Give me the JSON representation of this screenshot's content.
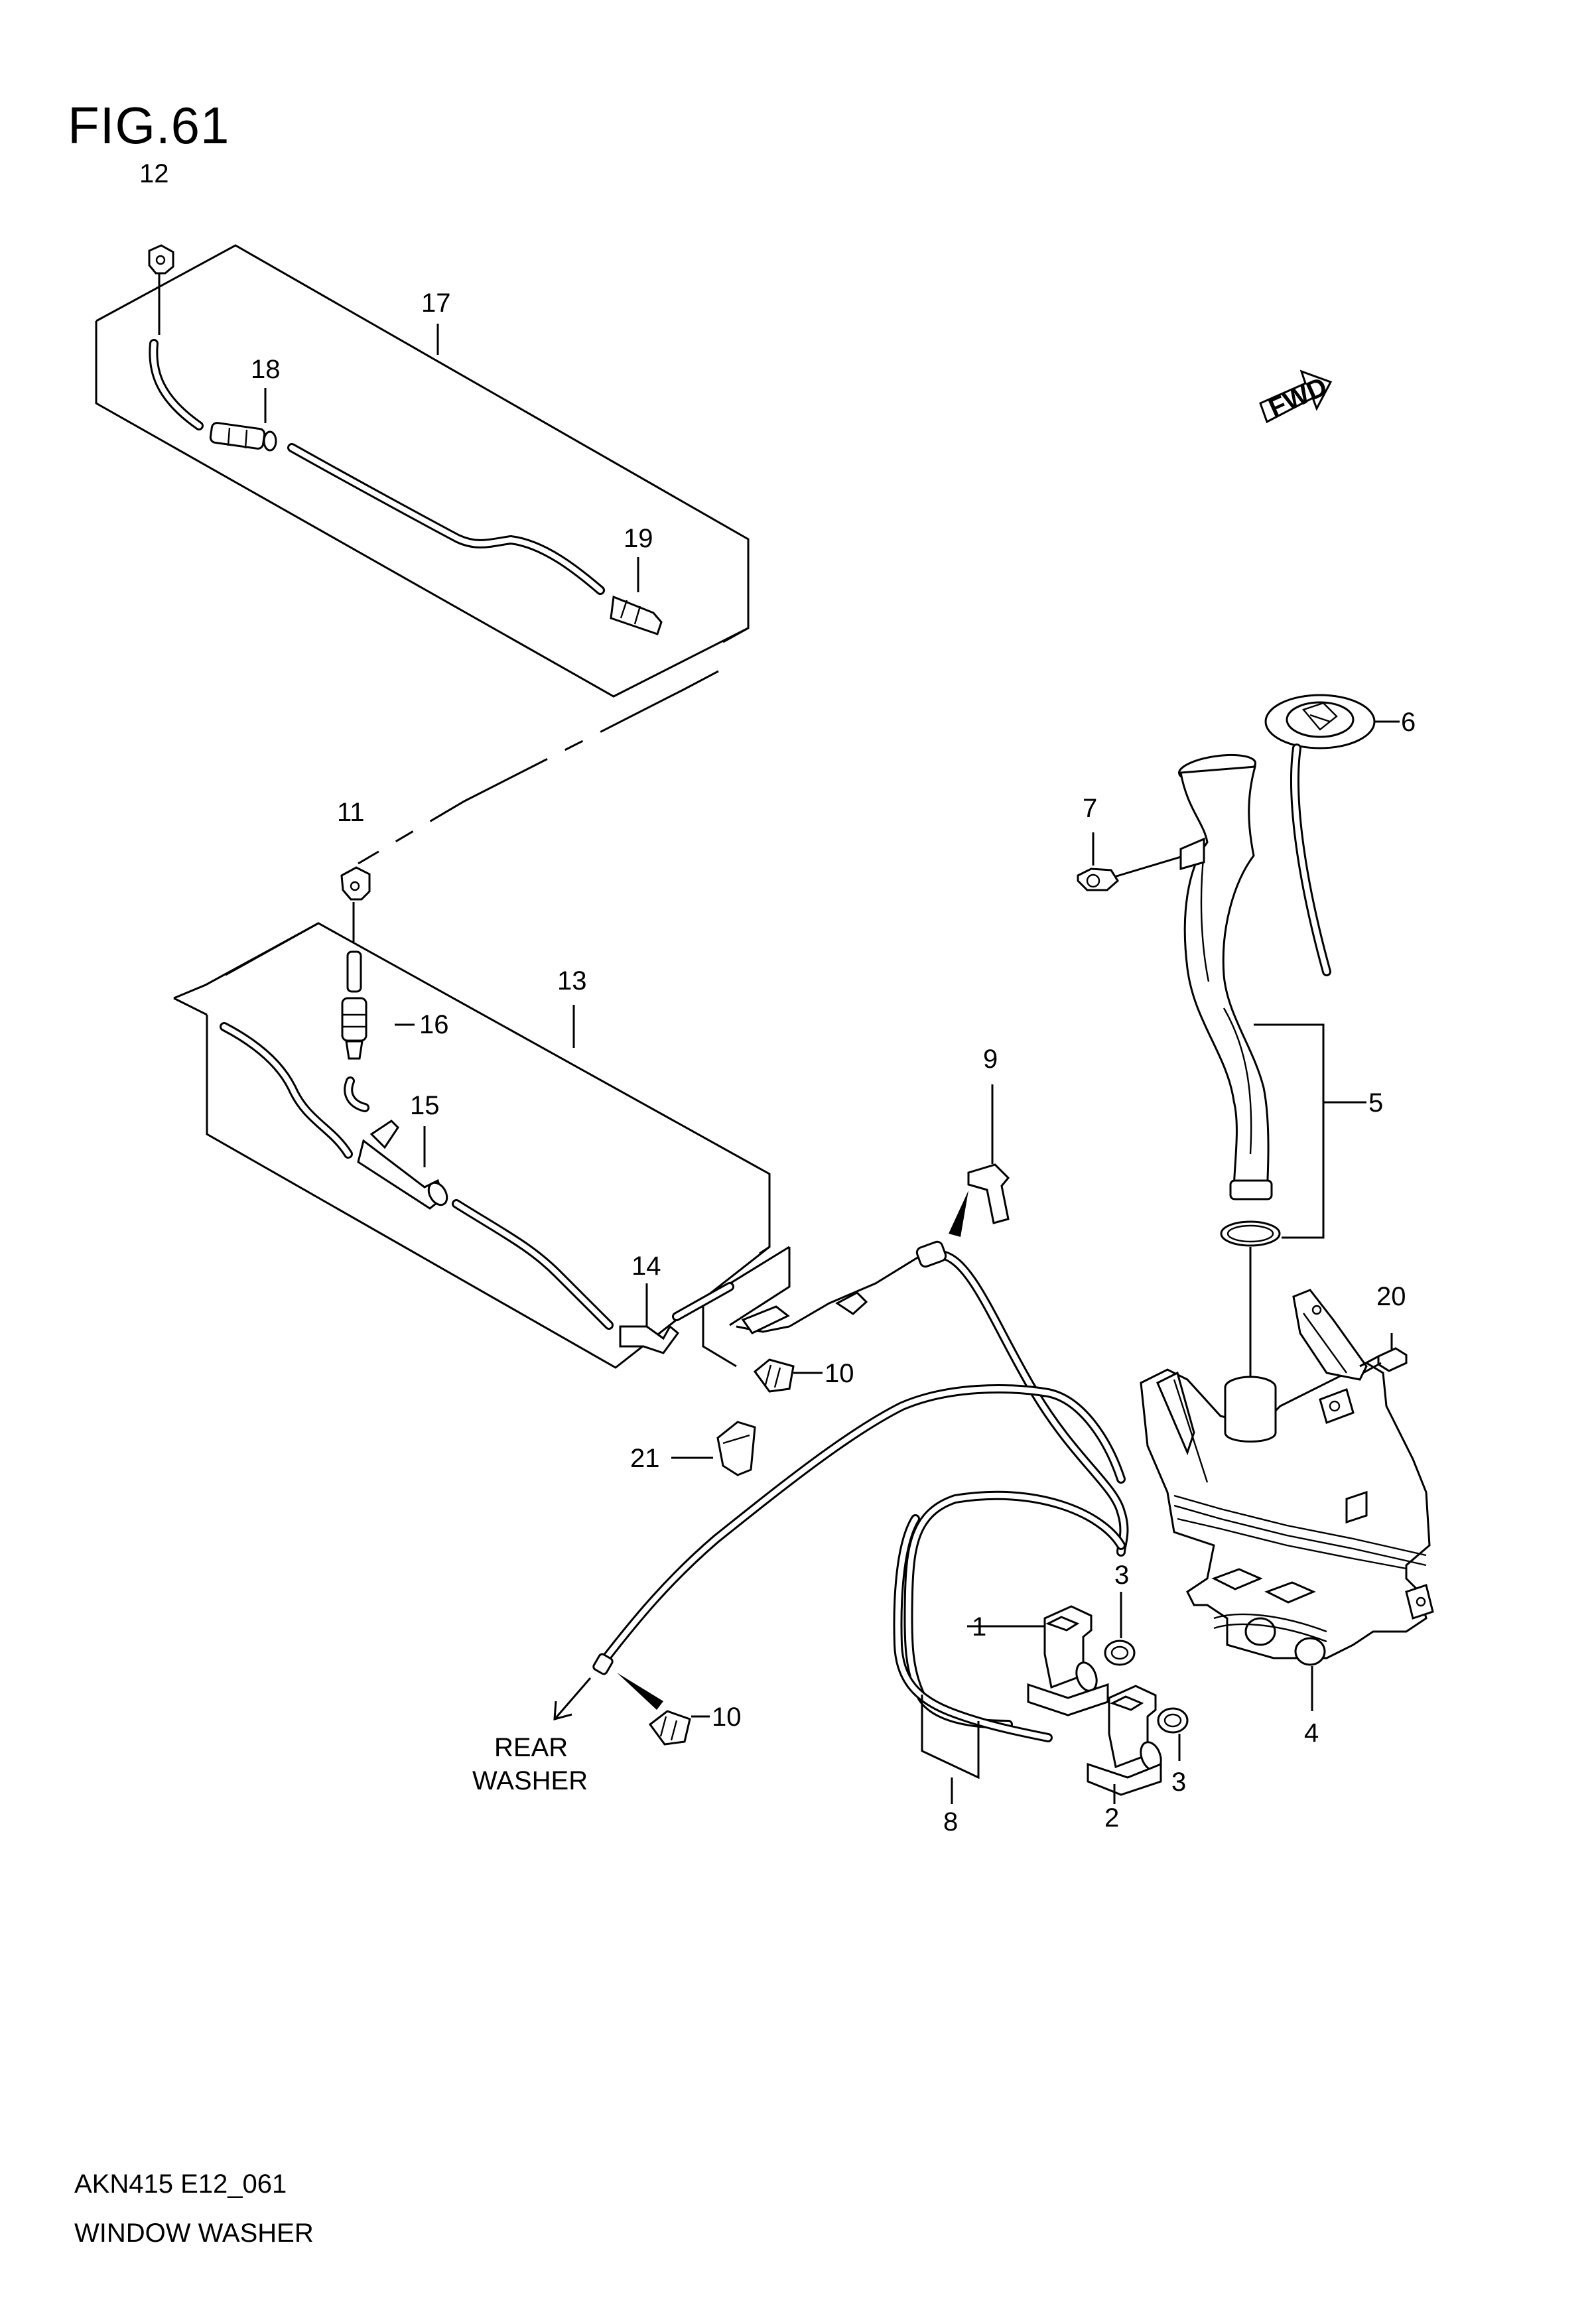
{
  "figure": {
    "title": "FIG.61"
  },
  "footer": {
    "code": "AKN415 E12_061",
    "name": "WINDOW WASHER"
  },
  "fwd_badge": "FWD",
  "rear_washer_note": [
    "REAR",
    "WASHER"
  ],
  "callouts": {
    "c1": "1",
    "c2": "2",
    "c3a": "3",
    "c3b": "3",
    "c4": "4",
    "c5": "5",
    "c6": "6",
    "c7": "7",
    "c8": "8",
    "c9": "9",
    "c10a": "10",
    "c10b": "10",
    "c11": "11",
    "c12": "12",
    "c13": "13",
    "c14": "14",
    "c15": "15",
    "c16": "16",
    "c17": "17",
    "c18": "18",
    "c19": "19",
    "c20": "20",
    "c21": "21"
  }
}
